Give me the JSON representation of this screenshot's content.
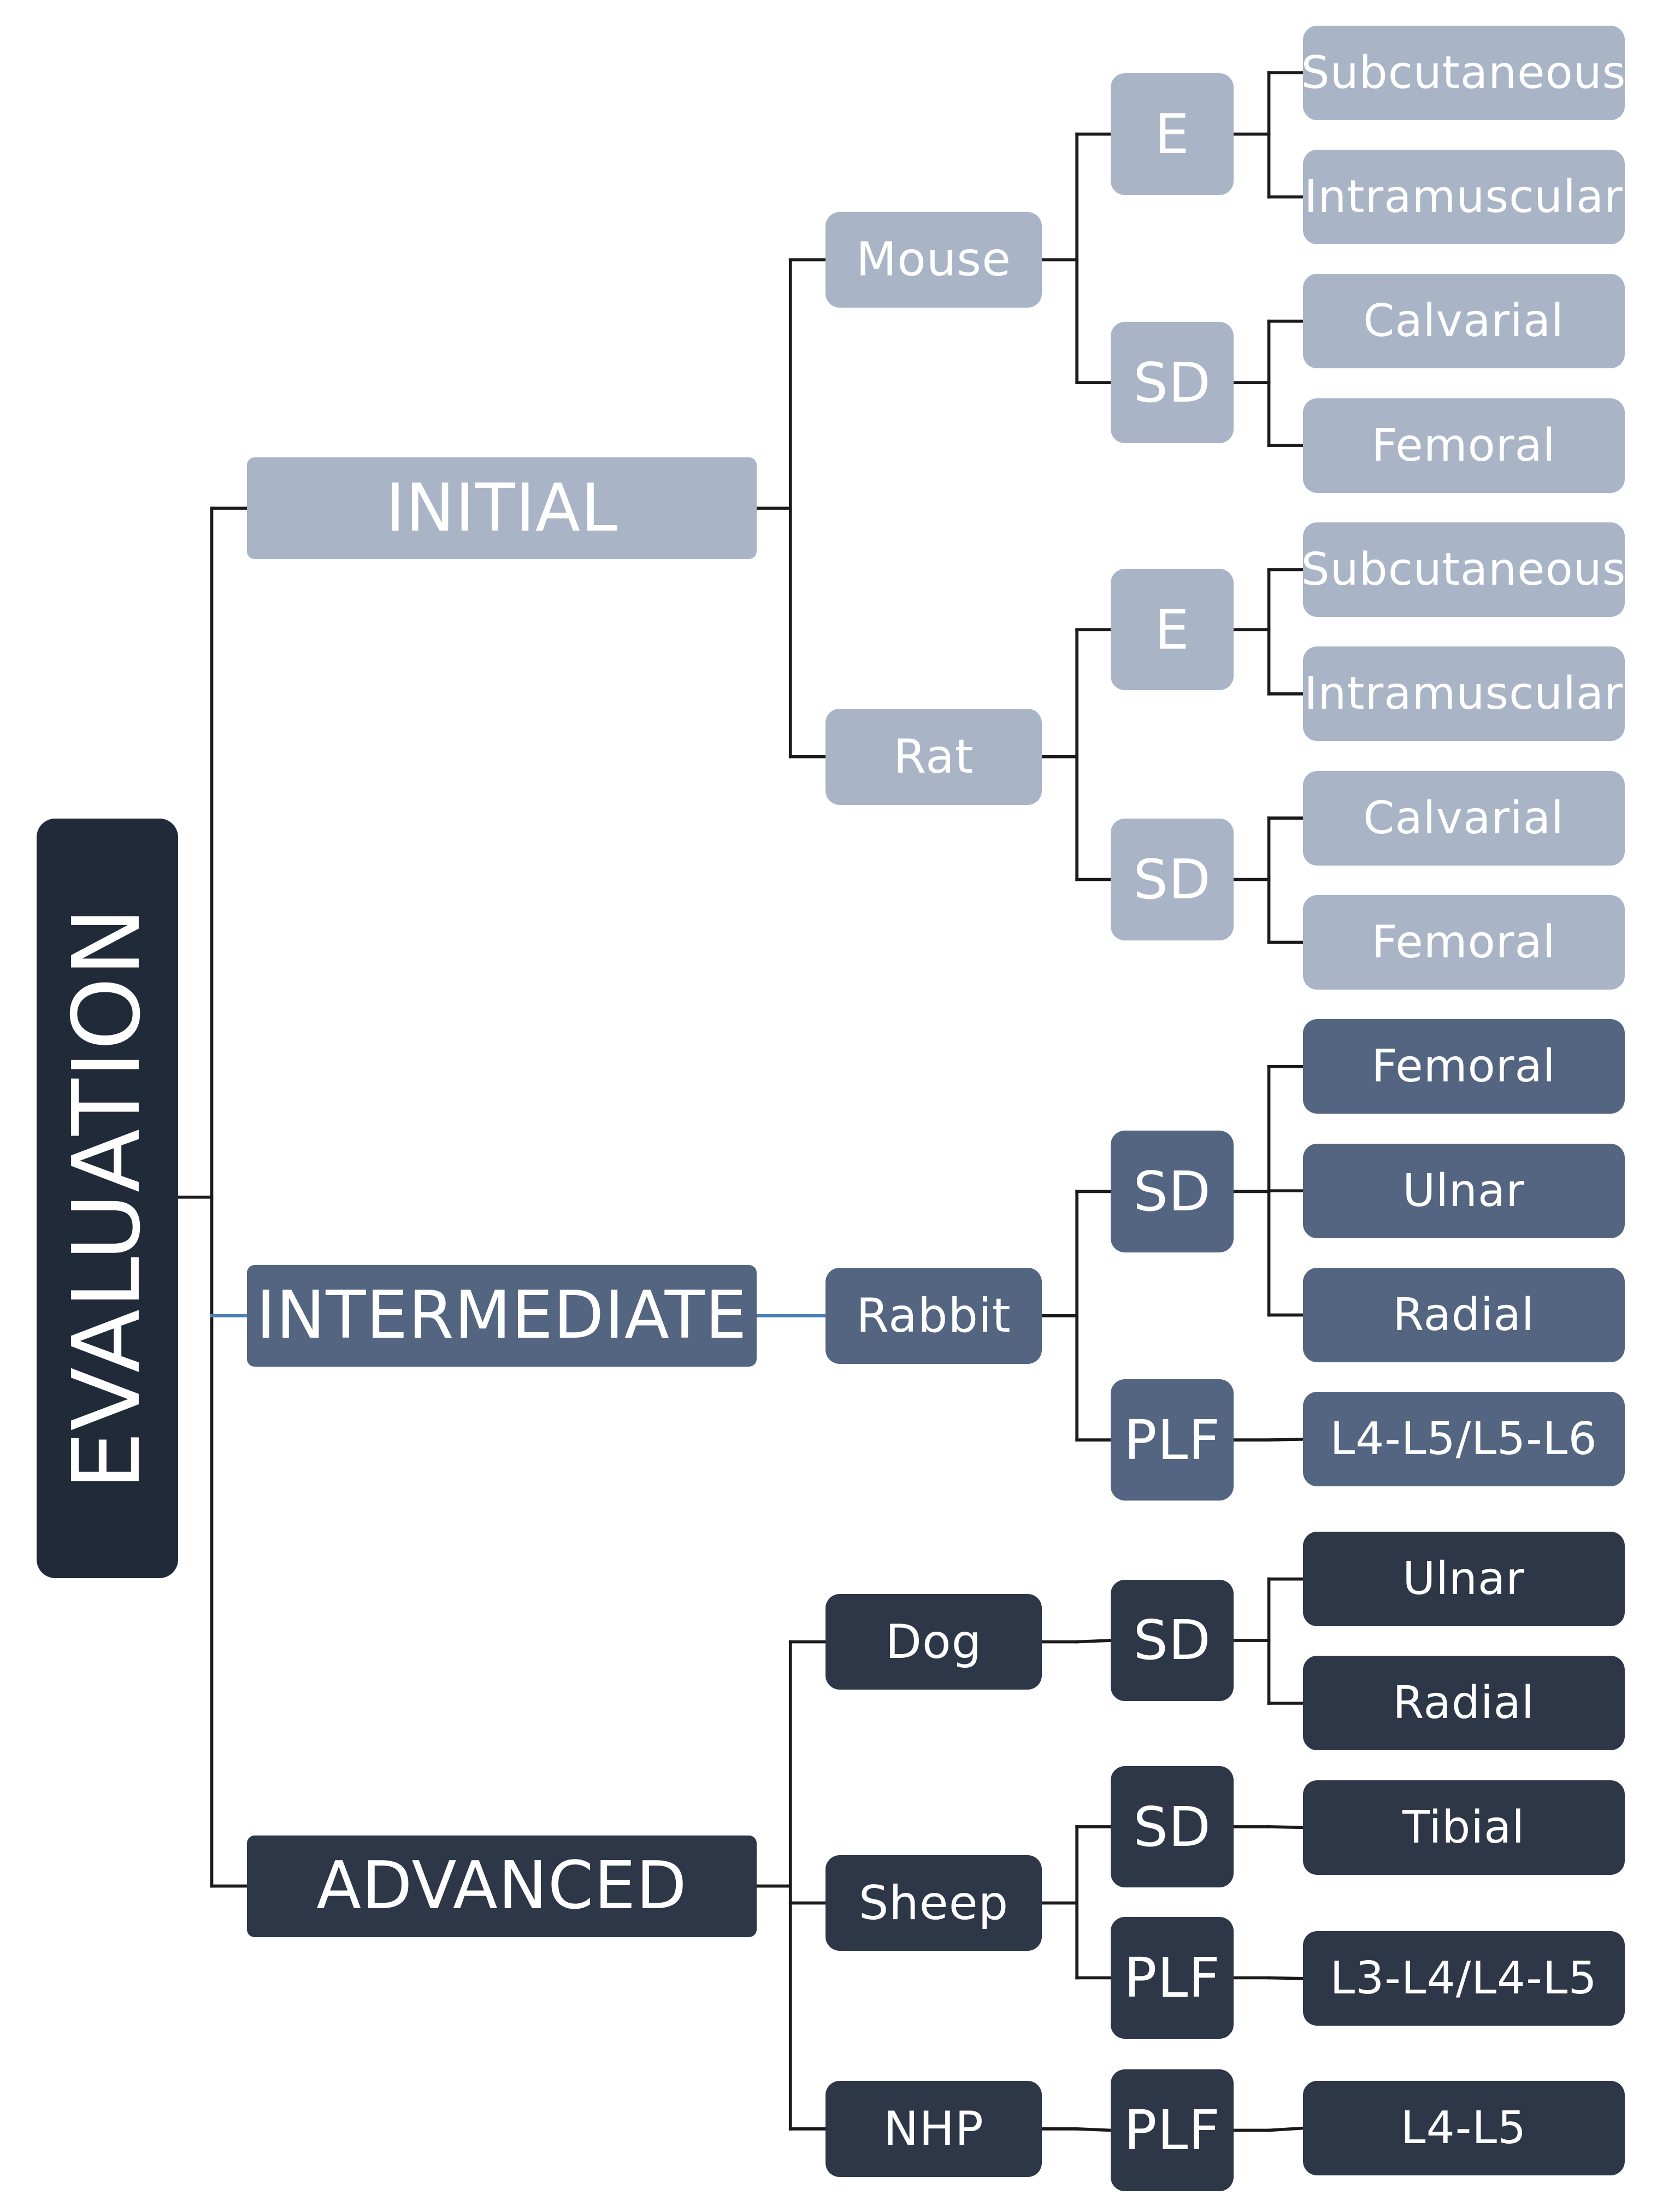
{
  "colors": {
    "initial": "#A9B4C6",
    "intermediate": "#536580",
    "advanced": "#2D3748",
    "root": "#212A38",
    "line_dark": "#1a1a1a",
    "line_blue": "#4A7FB5"
  },
  "root": {
    "label": "EVALUATION"
  },
  "levels": [
    {
      "label": "INITIAL",
      "tier": "initial",
      "animals": [
        {
          "label": "Mouse",
          "models": [
            {
              "label": "E",
              "sites": [
                "Subcutaneous",
                "Intramuscular"
              ]
            },
            {
              "label": "SD",
              "sites": [
                "Calvarial",
                "Femoral"
              ]
            }
          ]
        },
        {
          "label": "Rat",
          "models": [
            {
              "label": "E",
              "sites": [
                "Subcutaneous",
                "Intramuscular"
              ]
            },
            {
              "label": "SD",
              "sites": [
                "Calvarial",
                "Femoral"
              ]
            }
          ]
        }
      ]
    },
    {
      "label": "INTERMEDIATE",
      "tier": "intermediate",
      "animals": [
        {
          "label": "Rabbit",
          "models": [
            {
              "label": "SD",
              "sites": [
                "Femoral",
                "Ulnar",
                "Radial"
              ]
            },
            {
              "label": "PLF",
              "sites": [
                "L4-L5/L5-L6"
              ]
            }
          ]
        }
      ]
    },
    {
      "label": "ADVANCED",
      "tier": "advanced",
      "animals": [
        {
          "label": "Dog",
          "models": [
            {
              "label": "SD",
              "sites": [
                "Ulnar",
                "Radial"
              ]
            }
          ]
        },
        {
          "label": "Sheep",
          "models": [
            {
              "label": "SD",
              "sites": [
                "Tibial"
              ]
            },
            {
              "label": "PLF",
              "sites": [
                "L3-L4/L4-L5"
              ]
            }
          ]
        },
        {
          "label": "NHP",
          "models": [
            {
              "label": "PLF",
              "sites": [
                "L4-L5"
              ]
            }
          ]
        }
      ]
    }
  ]
}
